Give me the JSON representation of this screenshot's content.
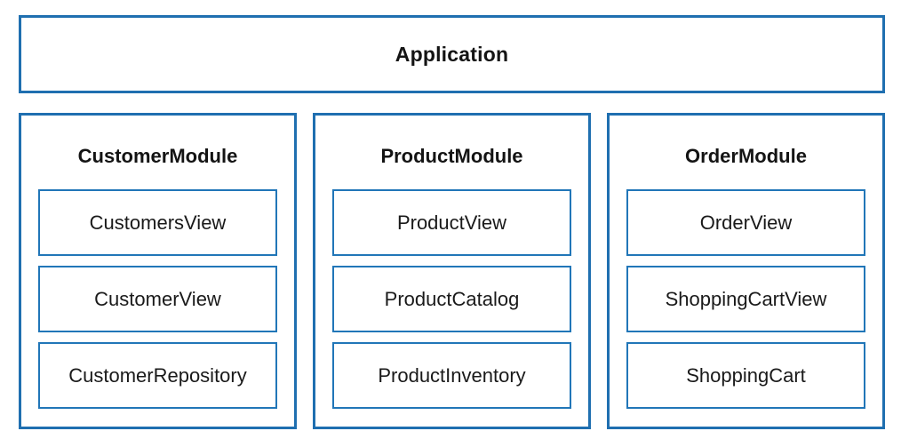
{
  "diagram": {
    "kind": "layered-module-architecture-diagram",
    "colors": {
      "outer_border": "#1f6fb0",
      "inner_border": "#2176b8",
      "background": "#ffffff",
      "text": "#1a1a1a"
    },
    "application": {
      "label": "Application"
    },
    "modules": [
      {
        "name": "CustomerModule",
        "components": [
          {
            "label": "CustomersView"
          },
          {
            "label": "CustomerView"
          },
          {
            "label": "CustomerRepository"
          }
        ]
      },
      {
        "name": "ProductModule",
        "components": [
          {
            "label": "ProductView"
          },
          {
            "label": "ProductCatalog"
          },
          {
            "label": "ProductInventory"
          }
        ]
      },
      {
        "name": "OrderModule",
        "components": [
          {
            "label": "OrderView"
          },
          {
            "label": "ShoppingCartView"
          },
          {
            "label": "ShoppingCart"
          }
        ]
      }
    ]
  }
}
